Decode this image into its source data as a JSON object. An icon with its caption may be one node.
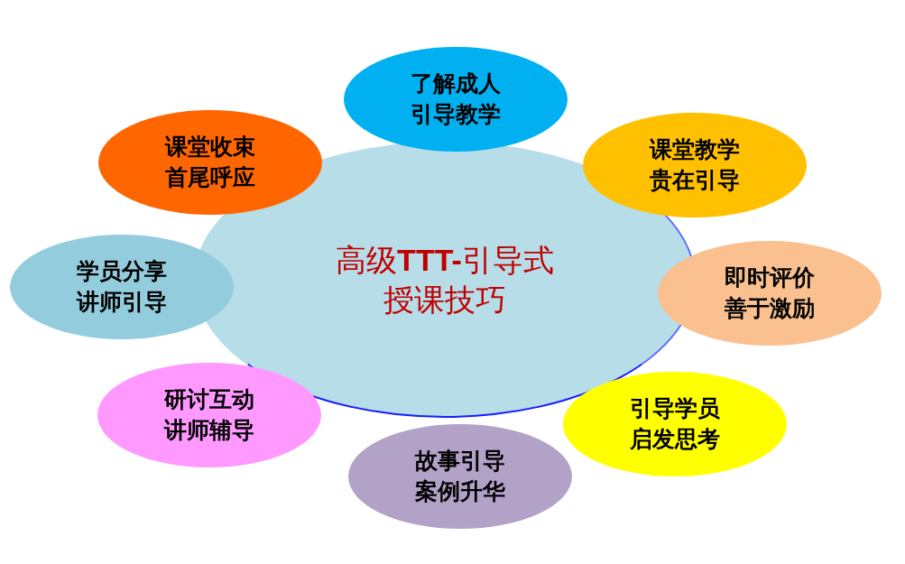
{
  "diagram": {
    "nodes": [
      {
        "text": [
          "高级**TTT-**引导式授课技巧"
        ]
      },
      {
        "text": [
          "了解成人引导教学"
        ]
      },
      {
        "text": [
          "课堂教学贵在引导"
        ]
      },
      {
        "text": [
          "即时评价善于激励"
        ]
      },
      {
        "text": [
          "引导学员启发思考"
        ]
      },
      {
        "text": [
          "故事引导案例升华"
        ]
      },
      {
        "text": [
          "研讨互动讲师辅导"
        ]
      },
      {
        "text": [
          "学员分享讲师引导"
        ]
      },
      {
        "text": [
          "课堂收束首尾呼应"
        ]
      }
    ]
  }
}
